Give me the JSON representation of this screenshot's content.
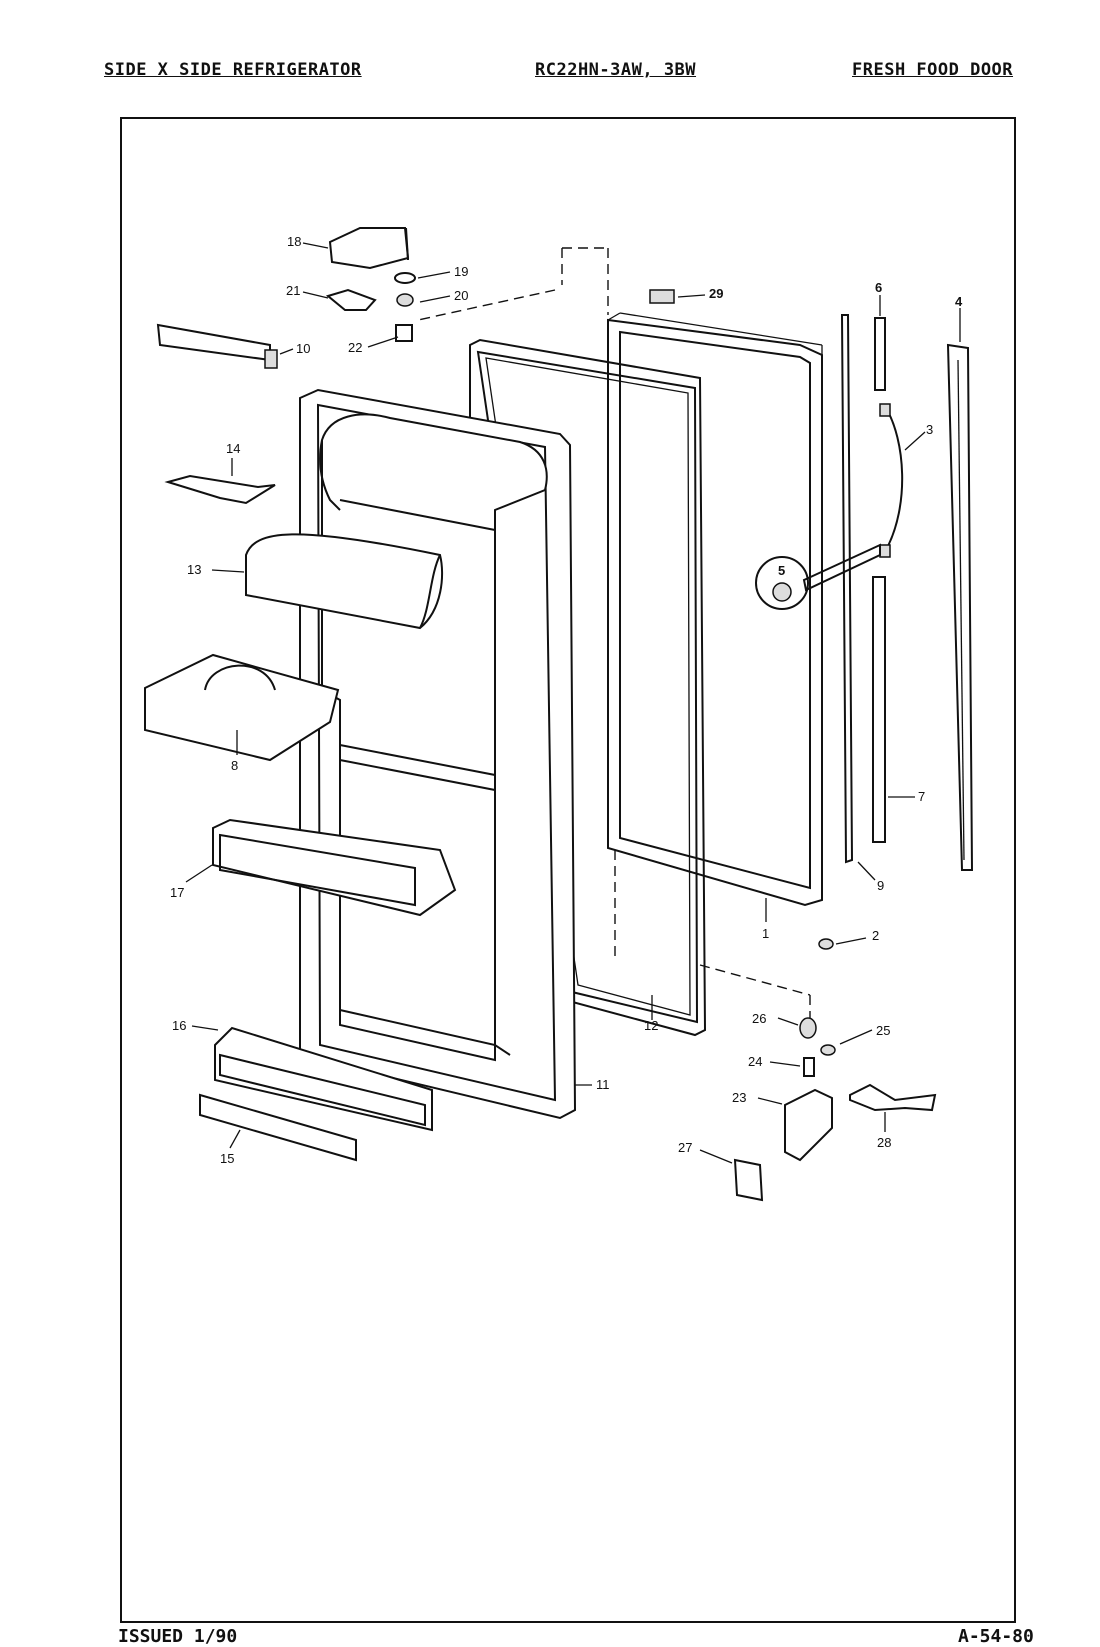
{
  "header": {
    "left": "SIDE X SIDE REFRIGERATOR",
    "center": "RC22HN-3AW, 3BW",
    "right": "FRESH FOOD DOOR"
  },
  "footer": {
    "issued": "ISSUED 1/90",
    "page_code": "A-54-80"
  },
  "parts": {
    "p1": "1",
    "p2": "2",
    "p3": "3",
    "p4": "4",
    "p5": "5",
    "p6": "6",
    "p7": "7",
    "p8": "8",
    "p9": "9",
    "p10": "10",
    "p11": "11",
    "p12": "12",
    "p13": "13",
    "p14": "14",
    "p15": "15",
    "p16": "16",
    "p17": "17",
    "p18": "18",
    "p19": "19",
    "p20": "20",
    "p21": "21",
    "p22": "22",
    "p23": "23",
    "p24": "24",
    "p25": "25",
    "p26": "26",
    "p27": "27",
    "p28": "28",
    "p29": "29"
  }
}
